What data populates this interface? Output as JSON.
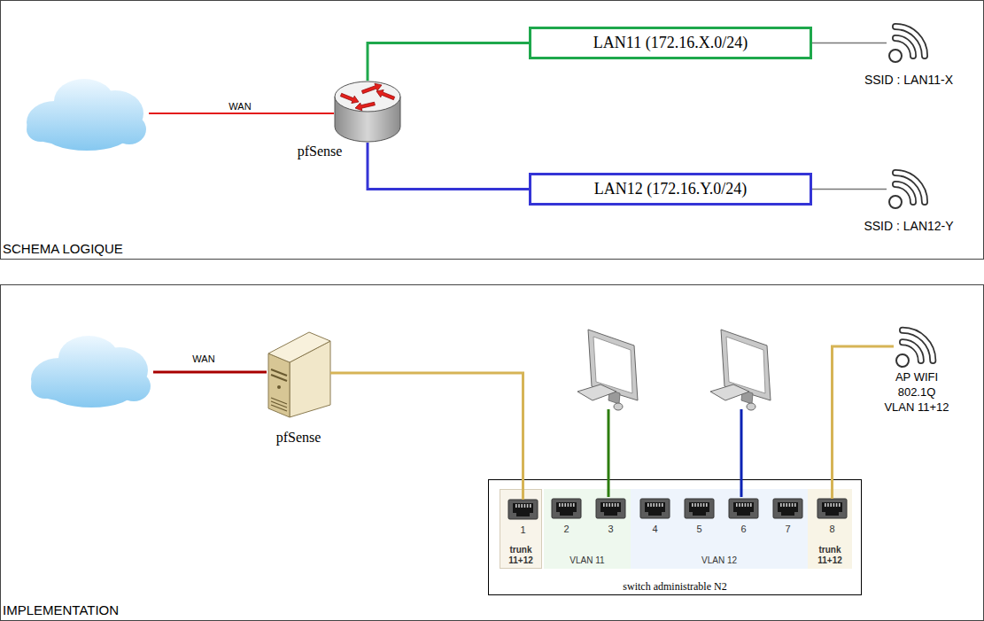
{
  "diagram": {
    "nodes": [
      {
        "text": [
          "SCHEMA LOGIQUE"
        ]
      },
      {
        "text": [
          "pfSense"
        ],
        "in": 0
      },
      {
        "text": [
          "LAN11 (172.16.X.0/24)"
        ],
        "in": 0
      },
      {
        "text": [
          "LAN12 (172.16.Y.0/24)"
        ],
        "in": 0
      },
      {
        "text": [
          "SSID : LAN11-X"
        ],
        "in": 0
      },
      {
        "text": [
          "SSID : LAN12-Y"
        ],
        "in": 0
      },
      {
        "text": [
          "IMPLEMENTATION"
        ]
      },
      {
        "text": [
          "pfSense"
        ],
        "in": 6
      },
      {
        "text": [
          "AP WIFI 802.1Q VLAN 11+12"
        ],
        "in": 6
      },
      {
        "text": [
          "switch administrable N2"
        ],
        "in": 6
      },
      {
        "text": [
          "trunk 11+12"
        ],
        "in": 9
      },
      {
        "text": [
          "1"
        ],
        "in": 10
      },
      {
        "text": [
          "VLAN 11"
        ],
        "in": 9
      },
      {
        "text": [
          "2"
        ],
        "in": 12
      },
      {
        "text": [
          "3"
        ],
        "in": 12
      },
      {
        "text": [
          "VLAN 12"
        ],
        "in": 9
      },
      {
        "text": [
          "4"
        ],
        "in": 15
      },
      {
        "text": [
          "5"
        ],
        "in": 15
      },
      {
        "text": [
          "6"
        ],
        "in": 15
      },
      {
        "text": [
          "7"
        ],
        "in": 15
      },
      {
        "text": [
          "trunk 11+12"
        ],
        "in": 9
      },
      {
        "text": [
          "8"
        ],
        "in": 20
      }
    ],
    "edges": [
      {
        "from": 1,
        "to": 2,
        "arrow": "none"
      },
      {
        "from": 1,
        "to": 3,
        "arrow": "none"
      },
      {
        "from": 2,
        "to": 4,
        "arrow": "none"
      },
      {
        "from": 3,
        "to": 5,
        "arrow": "none"
      },
      {
        "from": 7,
        "to": 11,
        "arrow": "none"
      },
      {
        "from": 21,
        "to": 8,
        "arrow": "none"
      }
    ],
    "labels": [
      "WAN",
      "WAN"
    ]
  }
}
